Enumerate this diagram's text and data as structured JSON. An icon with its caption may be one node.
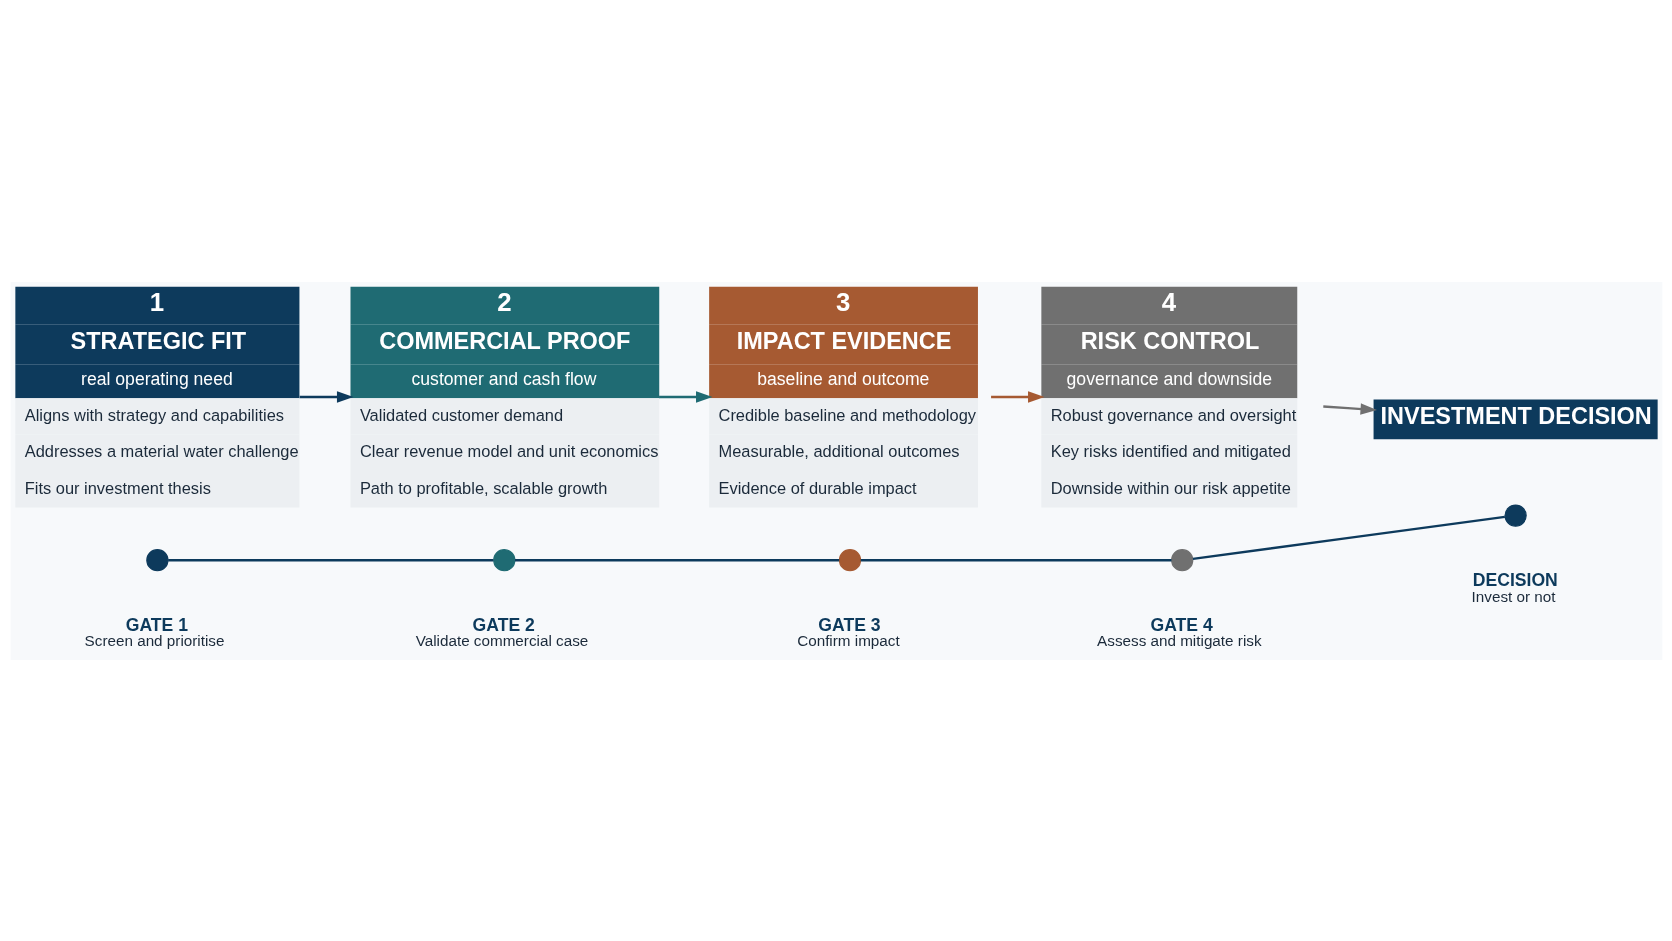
{
  "diagram": {
    "nodes": [
      {
        "text": [
          "1",
          "STRATEGIC FIT",
          "real operating need",
          "Aligns with strategy and capabilities",
          "Addresses a material water challenge",
          "Fits our investment thesis"
        ]
      },
      {
        "text": [
          "2",
          "COMMERCIAL PROOF",
          "customer and cash flow",
          "Validated customer demand",
          "Clear revenue model and unit economics",
          "Path to profitable, scalable growth"
        ]
      },
      {
        "text": [
          "3",
          "IMPACT EVIDENCE",
          "baseline and outcome",
          "Credible baseline and methodology",
          "Measurable, additional outcomes",
          "Evidence of durable impact"
        ]
      },
      {
        "text": [
          "4",
          "RISK CONTROL",
          "governance and downside",
          "Robust governance and oversight",
          "Key risks identified and mitigated",
          "Downside within our risk appetite"
        ]
      },
      {
        "text": [
          "INVESTMENT DECISION"
        ]
      },
      {
        "text": [],
        "shape": "circle",
        "beside": [
          "GATE 1",
          "Screen and prioritise"
        ]
      },
      {
        "text": [],
        "shape": "circle",
        "beside": [
          "GATE 2",
          "Validate commercial case"
        ]
      },
      {
        "text": [],
        "shape": "circle",
        "beside": [
          "GATE 3",
          "Confirm impact"
        ]
      },
      {
        "text": [],
        "shape": "circle",
        "beside": [
          "GATE 4",
          "Assess and mitigate risk"
        ]
      },
      {
        "text": [],
        "shape": "circle",
        "beside": [
          "DECISION",
          "Invest or not"
        ]
      }
    ],
    "edges": [
      {
        "from": 0,
        "to": 1,
        "arrow": "to",
        "color": "#0d3a5c"
      },
      {
        "from": 1,
        "to": 2,
        "arrow": "to",
        "color": "#1f6b73"
      },
      {
        "from": 2,
        "to": 3,
        "arrow": "to",
        "color": "#a65a32"
      },
      {
        "from": 3,
        "to": 4,
        "arrow": "to",
        "color": "#707070"
      },
      {
        "from": 5,
        "to": 6,
        "arrow": "none"
      },
      {
        "from": 6,
        "to": 7,
        "arrow": "none"
      },
      {
        "from": 7,
        "to": 8,
        "arrow": "none"
      },
      {
        "from": 8,
        "to": 9,
        "arrow": "none"
      }
    ]
  }
}
